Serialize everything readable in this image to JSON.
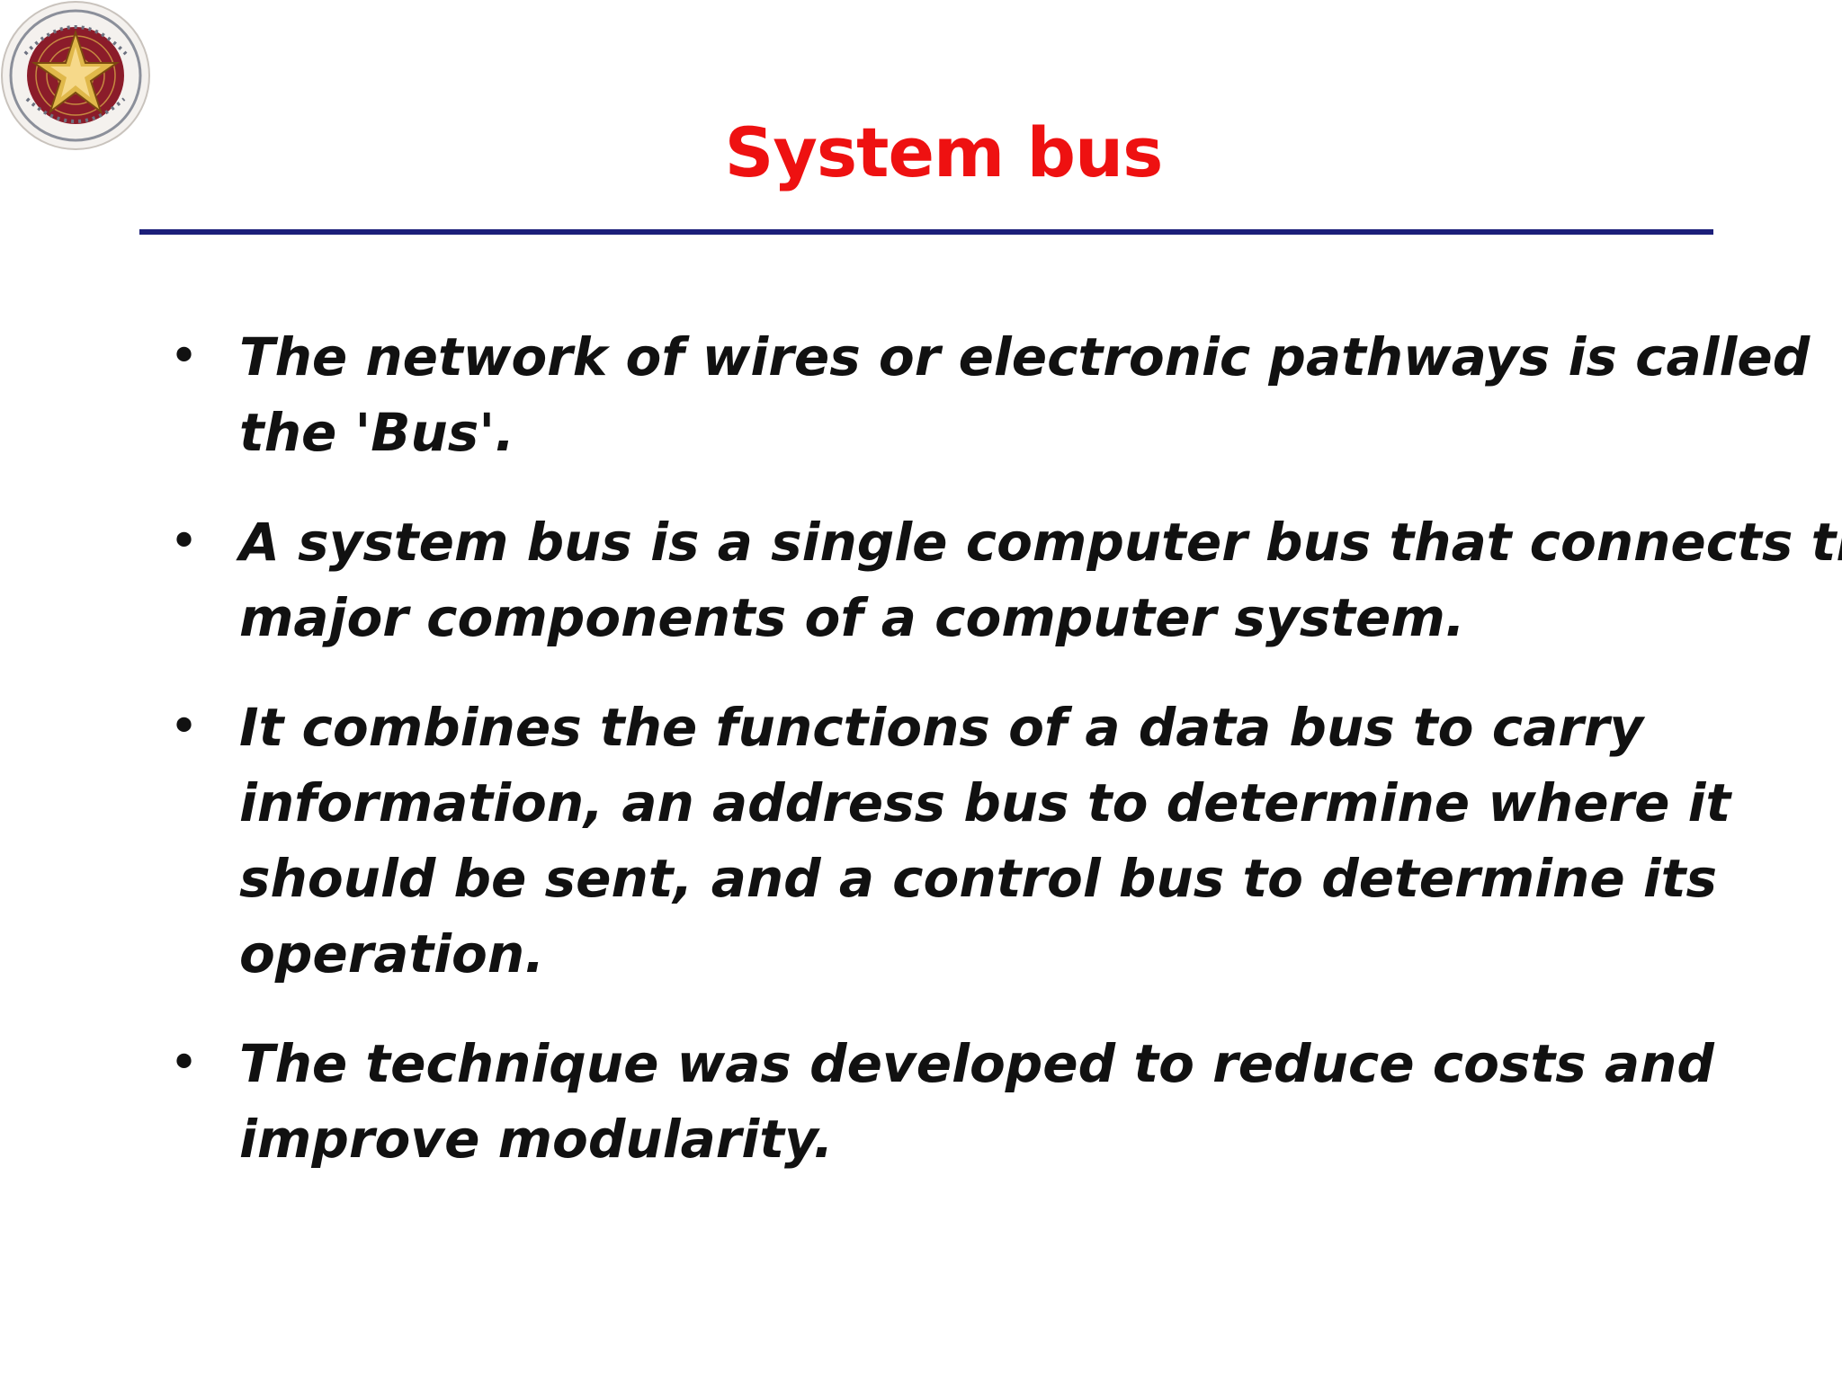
{
  "slide": {
    "logo_icon": "university-seal-icon",
    "title": "System bus",
    "colors": {
      "title": "#ee1111",
      "rule": "#1c1f7a",
      "seal": "#8b1c2a",
      "star": "#e0b84a"
    },
    "bullet_marker": "•",
    "bullets": [
      {
        "lines": [
          "The network of wires or electronic pathways is called",
          "the 'Bus'."
        ]
      },
      {
        "lines": [
          "A system bus is a single computer bus that connects the",
          "major components of a computer system."
        ]
      },
      {
        "lines": [
          "It combines the functions of a data bus to carry",
          "information, an address bus to determine where it",
          "should be sent, and a control bus to determine its",
          "operation."
        ]
      },
      {
        "lines": [
          "The technique was developed to reduce costs and",
          "improve modularity."
        ]
      }
    ]
  }
}
